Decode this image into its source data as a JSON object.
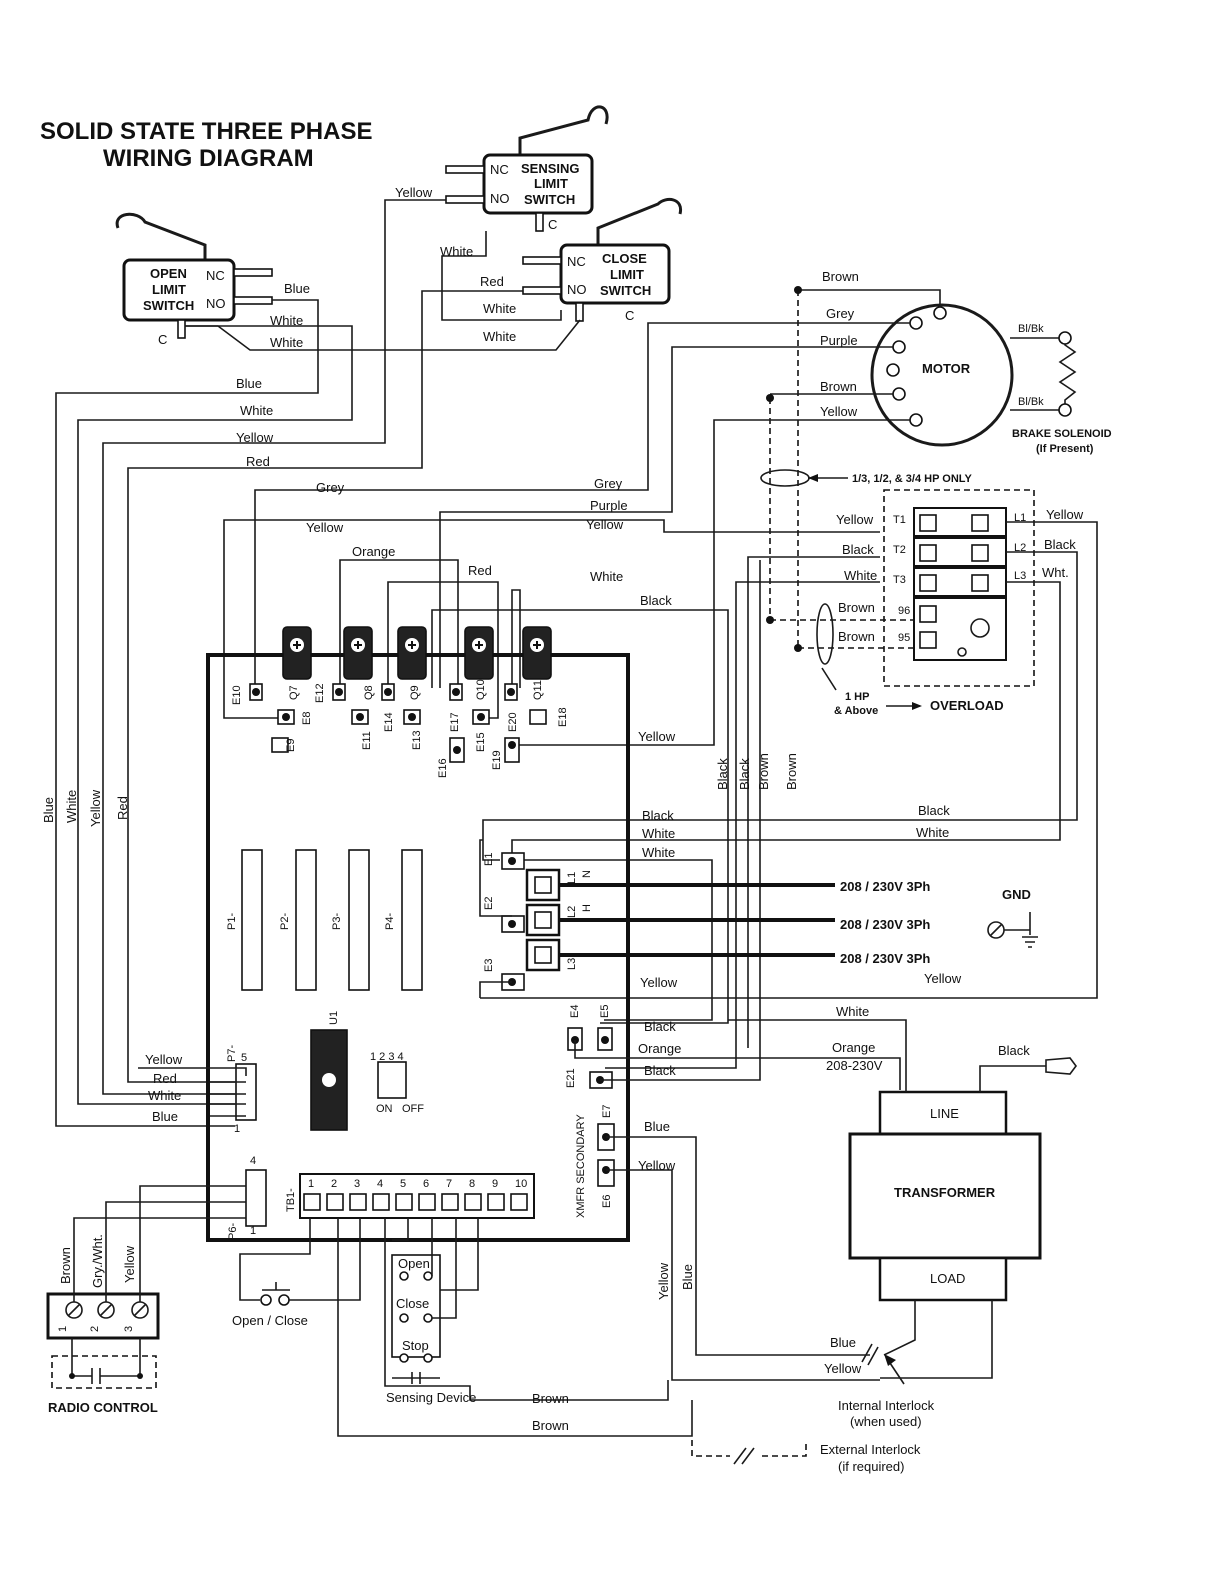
{
  "title": {
    "line1": "SOLID STATE THREE PHASE",
    "line2": "WIRING DIAGRAM"
  },
  "switches": {
    "open_limit": [
      "OPEN",
      "LIMIT",
      "SWITCH"
    ],
    "sensing_limit": [
      "SENSING",
      "LIMIT",
      "SWITCH"
    ],
    "close_limit": [
      "CLOSE",
      "LIMIT",
      "SWITCH"
    ],
    "nc": "NC",
    "no": "NO",
    "c": "C"
  },
  "motor": {
    "label": "MOTOR",
    "blbk": "Bl/Bk",
    "brake": "BRAKE SOLENOID",
    "brake_note": "(If Present)",
    "hp_note": "1/3, 1/2, & 3/4 HP ONLY"
  },
  "overload": {
    "label": "OVERLOAD",
    "hp": "1 HP",
    "above": "& Above",
    "t1": "T1",
    "t2": "T2",
    "t3": "T3",
    "n96": "96",
    "n95": "95",
    "l1": "L1",
    "l2": "L2",
    "l3": "L3"
  },
  "wires": {
    "yellow": "Yellow",
    "white": "White",
    "blue": "Blue",
    "red": "Red",
    "grey": "Grey",
    "purple": "Purple",
    "brown": "Brown",
    "black": "Black",
    "orange": "Orange",
    "wht": "Wht.",
    "gry_wht": "Gry./Wht."
  },
  "board": {
    "e": [
      "E1",
      "E2",
      "E3",
      "E4",
      "E5",
      "E6",
      "E7",
      "E8",
      "E9",
      "E10",
      "E11",
      "E12",
      "E13",
      "E14",
      "E15",
      "E16",
      "E17",
      "E18",
      "E19",
      "E20",
      "E21"
    ],
    "q": [
      "Q7",
      "Q8",
      "Q9",
      "Q10",
      "Q11"
    ],
    "p": [
      "P1-",
      "P2-",
      "P3-",
      "P4-"
    ],
    "p7": "P7-",
    "p6": "P6-",
    "u1": "U1",
    "tb1": "TB1-",
    "dip_nums": "1 2 3 4",
    "on": "ON",
    "off": "OFF",
    "l1": "L1",
    "l2": "L2",
    "l3": "L3",
    "n": "N",
    "h": "H",
    "xmfr": "XMFR SECONDARY",
    "tb_nums": [
      "1",
      "2",
      "3",
      "4",
      "5",
      "6",
      "7",
      "8",
      "9",
      "10"
    ],
    "p7_5": "5",
    "p7_1": "1",
    "p6_4": "4",
    "p6_1": "1"
  },
  "power": {
    "line": "208 / 230V 3Ph",
    "gnd": "GND"
  },
  "transformer": {
    "label": "TRANSFORMER",
    "line": "LINE",
    "load": "LOAD",
    "voltage": "208-230V"
  },
  "controls": {
    "open": "Open",
    "close": "Close",
    "stop": "Stop",
    "open_close": "Open / Close",
    "sensing": "Sensing Device",
    "radio": "RADIO CONTROL",
    "radio_nums": [
      "1",
      "2",
      "3"
    ]
  },
  "interlock": {
    "internal": "Internal Interlock",
    "internal_note": "(when used)",
    "external": "External Interlock",
    "external_note": "(if required)"
  }
}
